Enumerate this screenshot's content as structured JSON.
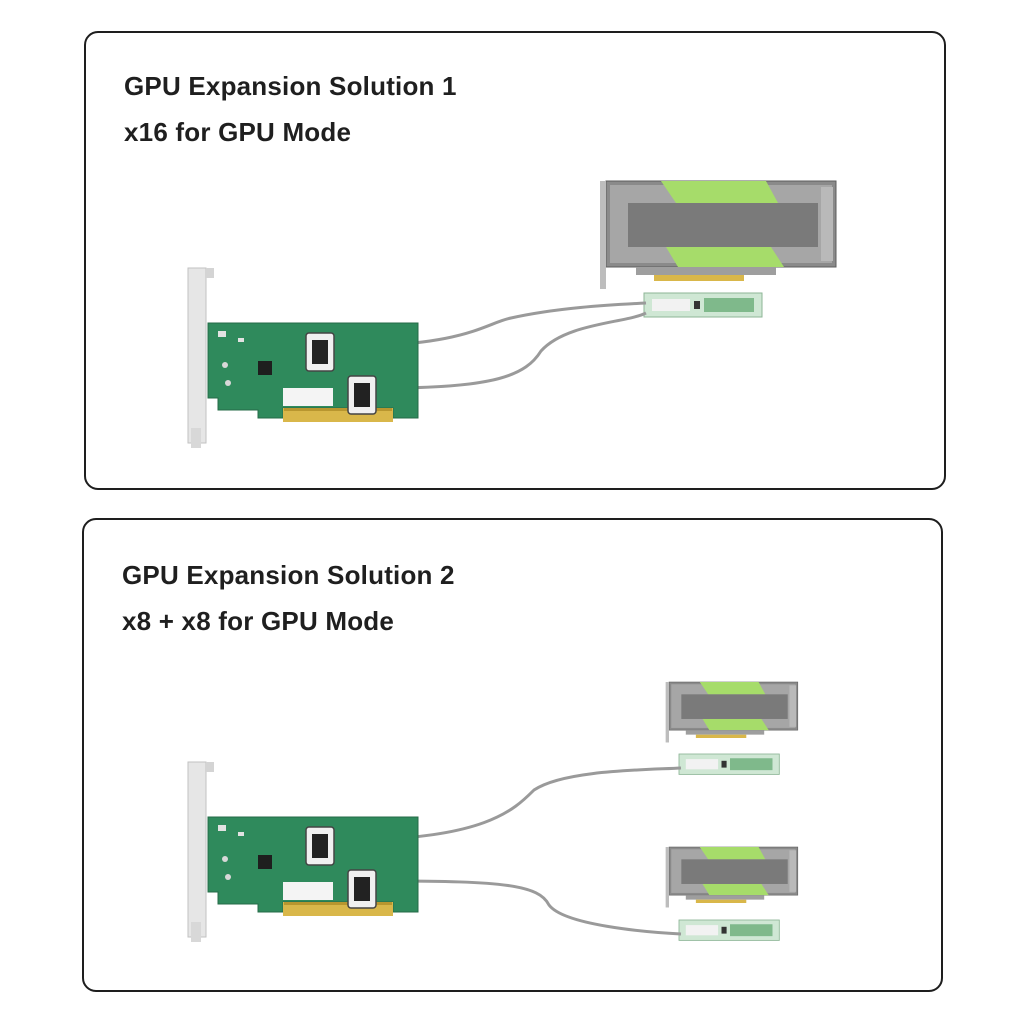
{
  "solutions": [
    {
      "title": "GPU Expansion Solution 1",
      "mode": "x16 for GPU Mode"
    },
    {
      "title": "GPU Expansion Solution 2",
      "mode": "x8 + x8 for GPU Mode"
    }
  ],
  "colors": {
    "pcb_green": "#2f8a5c",
    "gpu_gray": "#8a8a8a",
    "gpu_accent_green": "#a6dc6a",
    "cable_gray": "#9a9a9a",
    "gold_contacts": "#d9b74a",
    "panel_border": "#1e1e1e"
  }
}
